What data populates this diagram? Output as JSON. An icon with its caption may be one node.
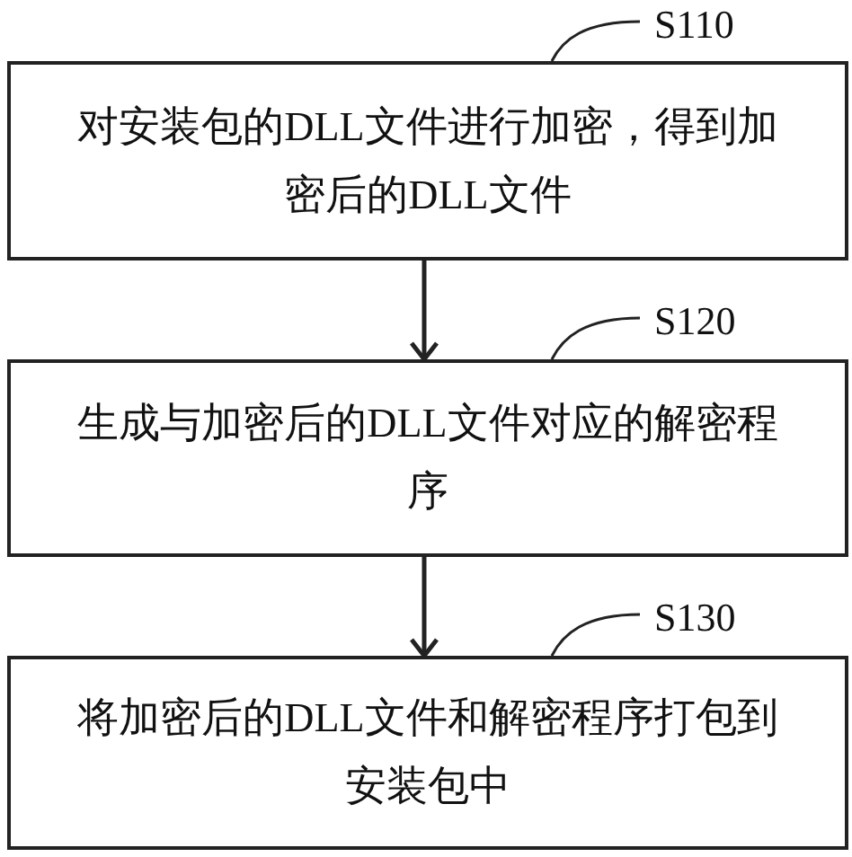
{
  "diagram": {
    "nodes": [
      {
        "text": [
          "S110"
        ]
      },
      {
        "text": [
          "对安装包的DLL文件进行加密，得到加密后的DLL文件"
        ]
      },
      {
        "text": [
          "S120"
        ]
      },
      {
        "text": [
          "生成与加密后的DLL文件对应的解密程序"
        ]
      },
      {
        "text": [
          "S130"
        ]
      },
      {
        "text": [
          "将加密后的DLL文件和解密程序打包到安装包中"
        ]
      }
    ],
    "edges": [
      {
        "from": 0,
        "to": 1,
        "arrow": "none"
      },
      {
        "from": 2,
        "to": 3,
        "arrow": "none"
      },
      {
        "from": 4,
        "to": 5,
        "arrow": "none"
      },
      {
        "from": 1,
        "to": 3,
        "arrow": "to"
      },
      {
        "from": 3,
        "to": 5,
        "arrow": "to"
      }
    ]
  }
}
